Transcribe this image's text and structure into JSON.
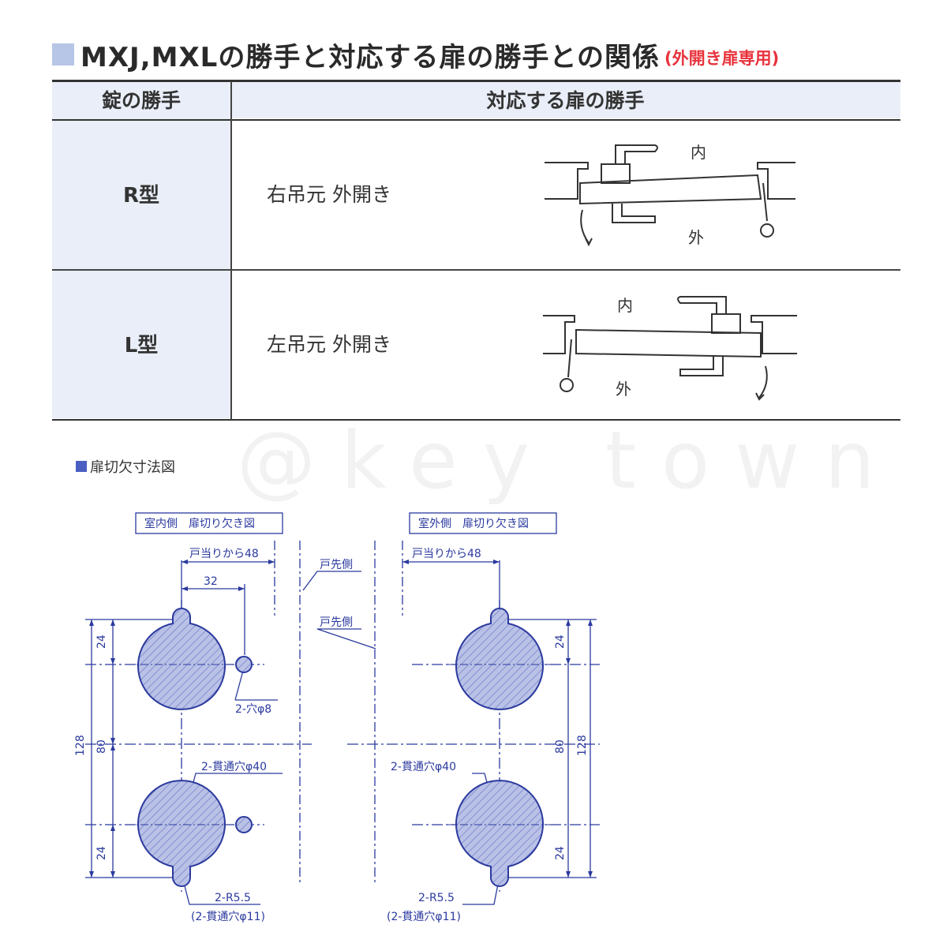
{
  "title": {
    "main": "MXJ,MXLの勝手と対応する扉の勝手との関係",
    "sub": "(外開き扉専用)"
  },
  "table": {
    "col1_header": "錠の勝手",
    "col2_header": "対応する扉の勝手",
    "rows": [
      {
        "type": "R型",
        "door": "右吊元 外開き",
        "inside": "内",
        "outside": "外"
      },
      {
        "type": "L型",
        "door": "左吊元 外開き",
        "inside": "内",
        "outside": "外"
      }
    ]
  },
  "watermark": "@key town",
  "section_label": "扉切欠寸法図",
  "drawing": {
    "left_title": "室内側　扉切り欠き図",
    "right_title": "室外側　扉切り欠き図",
    "from_stop_48": "戸当りから48",
    "dim_32": "32",
    "door_edge": "戸先側",
    "hole_8": "2-穴φ8",
    "through_40": "2-貫通穴φ40",
    "r55": "2-R5.5",
    "through_11": "(2-貫通穴φ11)",
    "dim_24": "24",
    "dim_80": "80",
    "dim_128": "128"
  },
  "colors": {
    "accent": "#e8323c",
    "header_bg": "#e9eef8",
    "line": "#2b3a9e",
    "hatch_fill": "#b9c1e6"
  }
}
